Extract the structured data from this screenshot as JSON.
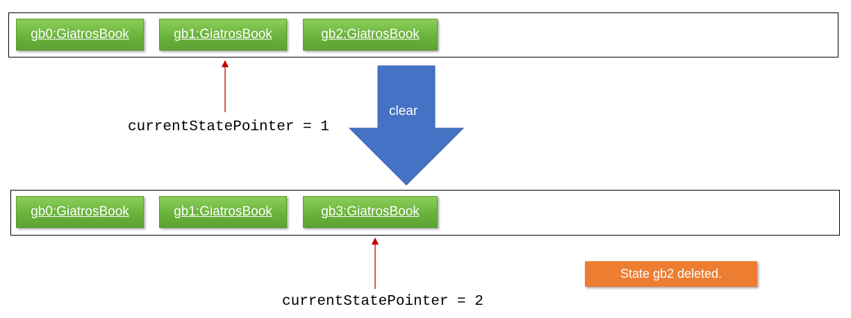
{
  "before": {
    "states": [
      "gb0:GiatrosBook",
      "gb1:GiatrosBook",
      "gb2:GiatrosBook"
    ],
    "pointer_label": "currentStatePointer = 1"
  },
  "action": {
    "label": "clear"
  },
  "after": {
    "states": [
      "gb0:GiatrosBook",
      "gb1:GiatrosBook",
      "gb3:GiatrosBook"
    ],
    "pointer_label": "currentStatePointer = 2"
  },
  "note": {
    "text": "State gb2 deleted."
  },
  "colors": {
    "state_fill": "#70ad47",
    "arrow_fill": "#4472c4",
    "pointer_arrow": "#c00000",
    "note_fill": "#ed7d31"
  }
}
